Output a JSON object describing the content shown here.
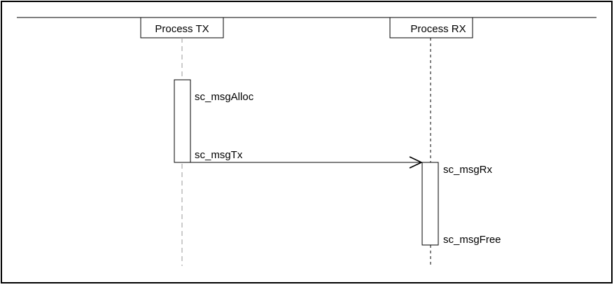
{
  "participants": [
    {
      "name": "Process TX"
    },
    {
      "name": "Process RX"
    }
  ],
  "messages": {
    "alloc": "sc_msgAlloc",
    "tx": "sc_msgTx",
    "rx": "sc_msgRx",
    "free": "sc_msgFree"
  },
  "colors": {
    "line": "#000000",
    "lifeline_tx": "#9a9a9a",
    "lifeline_rx": "#000000",
    "background": "#ffffff"
  }
}
